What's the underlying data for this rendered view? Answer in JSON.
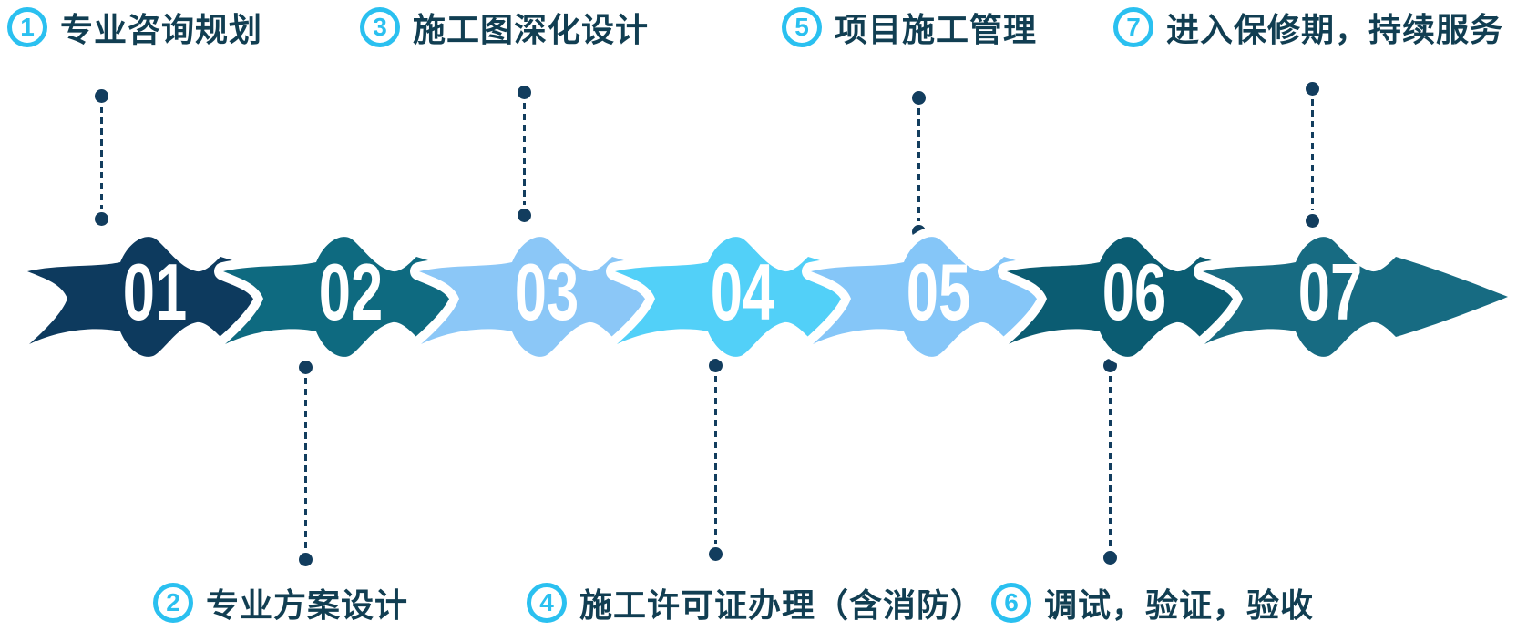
{
  "diagram": {
    "steps": [
      {
        "number": "01",
        "badge": "1",
        "label": "专业咨询规划",
        "color": "#0d3a5e",
        "label_position": "top"
      },
      {
        "number": "02",
        "badge": "2",
        "label": "专业方案设计",
        "color": "#0e6a80",
        "label_position": "bottom"
      },
      {
        "number": "03",
        "badge": "3",
        "label": "施工图深化设计",
        "color": "#8bc7f7",
        "label_position": "top"
      },
      {
        "number": "04",
        "badge": "4",
        "label": "施工许可证办理（含消防）",
        "color": "#52d0f8",
        "label_position": "bottom"
      },
      {
        "number": "05",
        "badge": "5",
        "label": "项目施工管理",
        "color": "#85c6f8",
        "label_position": "top"
      },
      {
        "number": "06",
        "badge": "6",
        "label": "调试，验证，验收",
        "color": "#0b5c72",
        "label_position": "bottom"
      },
      {
        "number": "07",
        "badge": "7",
        "label": "进入保修期，持续服务",
        "color": "#176b82",
        "label_position": "top"
      }
    ],
    "colors": {
      "connector": "#123d5e",
      "badge": "#2ac0f0",
      "label_text": "#113e52",
      "step_number_text": "#ffffff",
      "arrow_outline": "#ffffff",
      "background": "#ffffff"
    }
  }
}
